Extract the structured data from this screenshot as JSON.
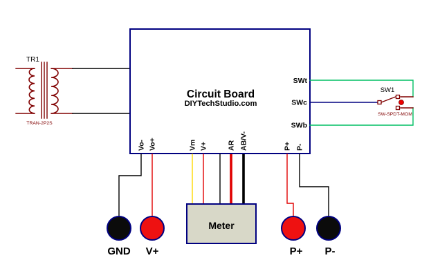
{
  "diagram": {
    "transformer": {
      "ref": "TR1",
      "part": "TRAN-2P2S"
    },
    "board": {
      "title": "Circuit Board",
      "subtitle": "DIYTechStudio.com",
      "bottom_pins": [
        "Vo-",
        "Vo+",
        "Vm",
        "V+",
        "AR",
        "AB/V-",
        "P+",
        "P-"
      ],
      "right_pins": [
        "SWt",
        "SWc",
        "SWb"
      ]
    },
    "switch_sw1": {
      "ref": "SW1",
      "part": "SW-SPDT-MOM"
    },
    "meter": {
      "label": "Meter"
    },
    "terminals": [
      {
        "label": "GND",
        "color": "#0b0b0b"
      },
      {
        "label": "V+",
        "color": "#ee1111"
      },
      {
        "label": "P+",
        "color": "#ee1111"
      },
      {
        "label": "P-",
        "color": "#0b0b0b"
      }
    ],
    "colors": {
      "wire_black": "#000000",
      "wire_red": "#e00000",
      "wire_yellow": "#ffd800",
      "wire_green": "#00bf63",
      "wire_navy": "#000080",
      "board_border": "#000080",
      "component_maroon": "#800000",
      "meter_fill": "#d8d8c8",
      "indicator_red": "#ee0000"
    }
  }
}
